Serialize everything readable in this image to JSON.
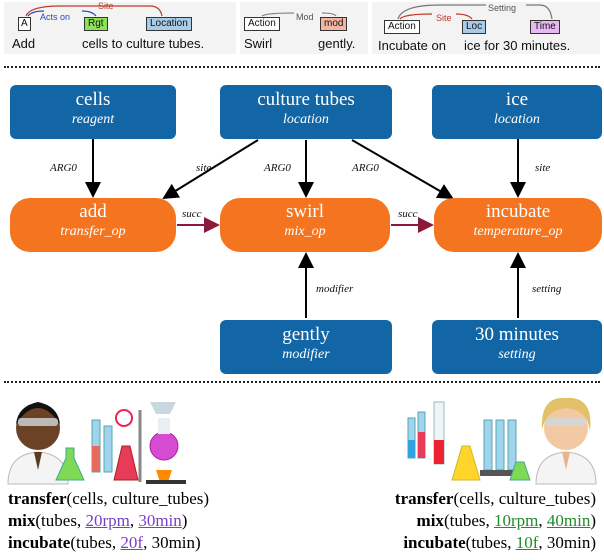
{
  "annotations": [
    {
      "tokens": [
        "Add",
        "cells to culture tubes."
      ],
      "boxes": [
        "A",
        "Rgt",
        "Location"
      ],
      "arcs": [
        "Site",
        "Acts on"
      ]
    },
    {
      "tokens": [
        "Swirl",
        "gently."
      ],
      "boxes": [
        "Action",
        "mod"
      ],
      "arcs": [
        "Mod"
      ]
    },
    {
      "tokens": [
        "Incubate  on",
        "ice  for 30 minutes."
      ],
      "boxes": [
        "Action",
        "Loc",
        "Time"
      ],
      "arcs": [
        "Site",
        "Setting"
      ]
    }
  ],
  "graph": {
    "nodes": {
      "cells": {
        "title": "cells",
        "subtitle": "reagent"
      },
      "culture_tubes": {
        "title": "culture tubes",
        "subtitle": "location"
      },
      "ice": {
        "title": "ice",
        "subtitle": "location"
      },
      "add": {
        "title": "add",
        "subtitle": "transfer_op"
      },
      "swirl": {
        "title": "swirl",
        "subtitle": "mix_op"
      },
      "incubate": {
        "title": "incubate",
        "subtitle": "temperature_op"
      },
      "gently": {
        "title": "gently",
        "subtitle": "modifier"
      },
      "thirty_min": {
        "title": "30 minutes",
        "subtitle": "setting"
      }
    },
    "edges": {
      "arg0_a": "ARG0",
      "site_a": "site",
      "arg0_b": "ARG0",
      "arg0_c": "ARG0",
      "site_b": "site",
      "succ_a": "succ",
      "succ_b": "succ",
      "modifier": "modifier",
      "setting": "setting"
    }
  },
  "programs": {
    "left": {
      "line1": {
        "fn": "transfer",
        "args": "(cells, culture_tubes)"
      },
      "line2": {
        "fn": "mix",
        "pre": "(tubes, ",
        "v1": "20rpm",
        "mid": ", ",
        "v2": "30min",
        "post": ")"
      },
      "line3": {
        "fn": "incubate",
        "pre": "(tubes, ",
        "v1": "20f",
        "post": ", 30min)"
      }
    },
    "right": {
      "line1": {
        "fn": "transfer",
        "args": "(cells, culture_tubes)"
      },
      "line2": {
        "fn": "mix",
        "pre": "(tubes, ",
        "v1": "10rpm",
        "mid": ", ",
        "v2": "40min",
        "post": ")"
      },
      "line3": {
        "fn": "incubate",
        "pre": "(tubes, ",
        "v1": "10f",
        "post": ", 30min)"
      }
    }
  },
  "colors": {
    "entity_node": "#1366a6",
    "action_node": "#f5741f",
    "succ_edge": "#8b1a3a",
    "left_values": "#7b3fc4",
    "right_values": "#1e8c2a"
  },
  "icons": [
    "scientist-dark-icon",
    "lab-equipment-icon",
    "scientist-light-icon"
  ]
}
